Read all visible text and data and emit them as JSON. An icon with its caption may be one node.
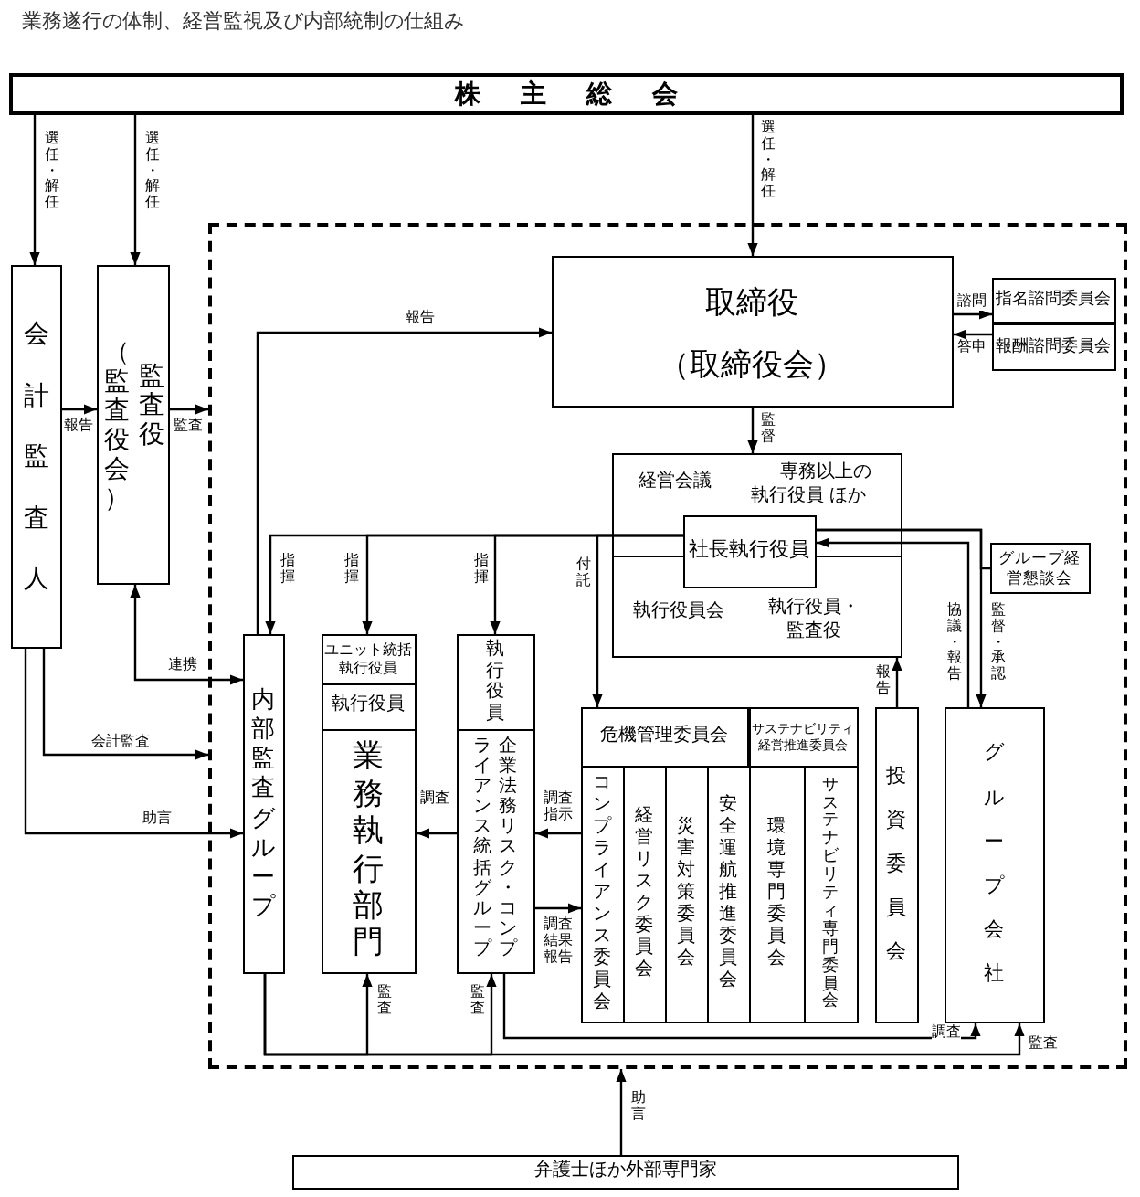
{
  "diagram": {
    "title": "業務遂行の体制、経営監視及び内部統制の仕組み",
    "nodes": [
      {
        "text": [
          "株主総会"
        ]
      },
      {
        "text": [
          "会計監査人"
        ]
      },
      {
        "text": [
          "（監査役会）",
          "監査役"
        ]
      },
      {
        "text": [],
        "shape": "box"
      },
      {
        "text": [
          "取締役",
          "（取締役会）"
        ],
        "in": 3
      },
      {
        "text": [
          "指名諮問委員会"
        ],
        "in": 3
      },
      {
        "text": [
          "報酬諮問委員会"
        ],
        "in": 3
      },
      {
        "text": [
          "経営会議",
          "専務以上の執行役員 ほか",
          "執行役員会",
          "執行役員・監査役"
        ],
        "in": 3
      },
      {
        "text": [
          "社長執行役員"
        ],
        "in": 7
      },
      {
        "text": [
          "グループ経営懇談会"
        ],
        "in": 3
      },
      {
        "text": [
          "内部監査グループ"
        ],
        "in": 3
      },
      {
        "text": [
          "ユニット統括執行役員"
        ],
        "in": 3
      },
      {
        "text": [
          "執行役員"
        ],
        "in": 3
      },
      {
        "text": [
          "業務執行部門"
        ],
        "in": 3
      },
      {
        "text": [
          "執行役員"
        ],
        "in": 3
      },
      {
        "text": [
          "企業法務リスク・コンプライアンス統括グループ"
        ],
        "in": 3
      },
      {
        "text": [
          "危機管理委員会"
        ],
        "in": 3
      },
      {
        "text": [
          "サステナビリティ経営推進委員会"
        ],
        "in": 3
      },
      {
        "text": [
          "コンプライアンス委員会"
        ],
        "in": 3
      },
      {
        "text": [
          "経営リスク委員会"
        ],
        "in": 3
      },
      {
        "text": [
          "災害対策委員会"
        ],
        "in": 3
      },
      {
        "text": [
          "安全運航推進委員会"
        ],
        "in": 3
      },
      {
        "text": [
          "環境専門委員会"
        ],
        "in": 3
      },
      {
        "text": [
          "サステナビリティ専門委員会"
        ],
        "in": 3
      },
      {
        "text": [
          "投資委員会"
        ],
        "in": 3
      },
      {
        "text": [
          "グループ会社"
        ],
        "in": 3
      },
      {
        "text": [
          "弁護士ほか外部専門家"
        ]
      }
    ],
    "edges": [
      {
        "from": 0,
        "to": 1,
        "arrow": "to",
        "label": "選任・解任"
      },
      {
        "from": 0,
        "to": 2,
        "arrow": "to",
        "label": "選任・解任"
      },
      {
        "from": 0,
        "to": 4,
        "arrow": "to",
        "label": "選任・解任"
      },
      {
        "from": 1,
        "to": 2,
        "arrow": "to",
        "label": "報告"
      },
      {
        "from": 2,
        "to": 3,
        "arrow": "to",
        "label": "監査"
      },
      {
        "from": 10,
        "to": 4,
        "arrow": "to",
        "label": "報告"
      },
      {
        "from": 4,
        "to": 5,
        "arrow": "to",
        "label": "諮問"
      },
      {
        "from": 6,
        "to": 4,
        "arrow": "to",
        "label": "答申"
      },
      {
        "from": 4,
        "to": 7,
        "arrow": "to",
        "label": "監督"
      },
      {
        "from": 8,
        "to": 10,
        "arrow": "to",
        "label": "指揮"
      },
      {
        "from": 8,
        "to": 11,
        "arrow": "to",
        "label": "指揮"
      },
      {
        "from": 8,
        "to": 14,
        "arrow": "to",
        "label": "指揮"
      },
      {
        "from": 8,
        "to": 16,
        "arrow": "to",
        "label": "付託"
      },
      {
        "from": 24,
        "to": 7,
        "arrow": "to",
        "label": "報告"
      },
      {
        "from": 25,
        "to": 8,
        "arrow": "to",
        "label": "協議・報告"
      },
      {
        "from": 8,
        "to": 25,
        "arrow": "to",
        "label": "監督・承認"
      },
      {
        "from": 9,
        "to": 8,
        "arrow": "none"
      },
      {
        "from": 2,
        "to": 10,
        "arrow": "both",
        "label": "連携"
      },
      {
        "from": 1,
        "to": 3,
        "arrow": "to",
        "label": "会計監査"
      },
      {
        "from": 1,
        "to": 10,
        "arrow": "to",
        "label": "助言"
      },
      {
        "from": 15,
        "to": 13,
        "arrow": "to",
        "label": "調査"
      },
      {
        "from": 18,
        "to": 15,
        "arrow": "to",
        "label": "調査指示"
      },
      {
        "from": 15,
        "to": 18,
        "arrow": "to",
        "label": "調査結果報告"
      },
      {
        "from": 10,
        "to": 13,
        "arrow": "to",
        "label": "監査"
      },
      {
        "from": 10,
        "to": 15,
        "arrow": "to",
        "label": "監査"
      },
      {
        "from": 10,
        "to": 25,
        "arrow": "to",
        "label": "監査"
      },
      {
        "from": 15,
        "to": 25,
        "arrow": "to",
        "label": "調査"
      },
      {
        "from": 26,
        "to": 3,
        "arrow": "to",
        "label": "助言"
      }
    ]
  }
}
